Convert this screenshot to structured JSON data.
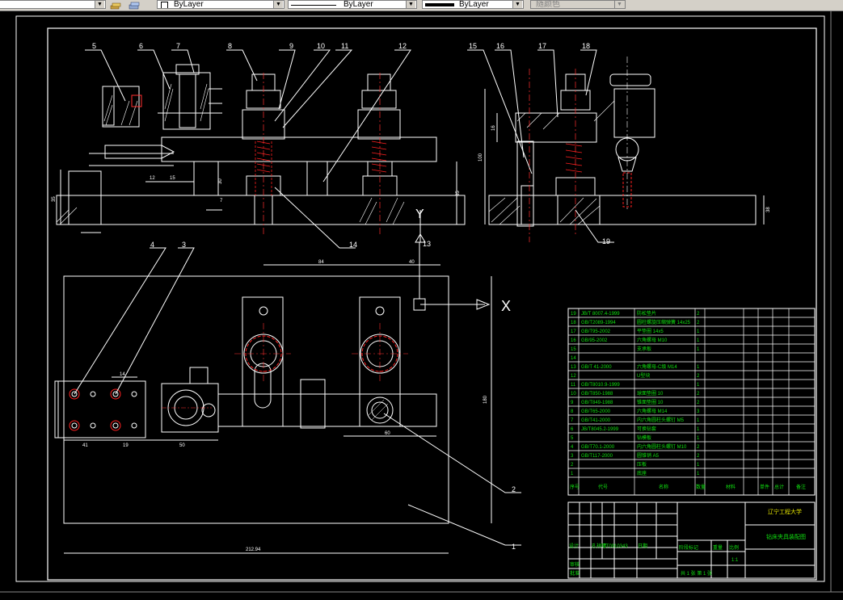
{
  "toolbar": {
    "layer_control": "ByLayer",
    "linetype_control": "ByLayer",
    "lineweight_control": "ByLayer",
    "plotstyle_control": "随颜色"
  },
  "colors": {
    "background": "#000000",
    "outline": "#ffffff",
    "hidden_lines": "#ff2020",
    "centerline": "#ff3030",
    "tb_text": "#10e010",
    "tb_text_yellow": "#e0e000"
  },
  "drawing": {
    "balloons": {
      "b1": "1",
      "b2": "2",
      "b3": "3",
      "b4": "4",
      "b5": "5",
      "b6": "6",
      "b7": "7",
      "b8": "8",
      "b9": "9",
      "b10": "10",
      "b11": "11",
      "b12": "12",
      "b13": "13",
      "b14": "14",
      "b15": "15",
      "b16": "16",
      "b17": "17",
      "b18": "18",
      "b19": "19"
    },
    "dims": {
      "d84": "84",
      "d40": "40",
      "d41": "41",
      "d19": "19",
      "d50": "50",
      "d14": "14",
      "d60": "60",
      "d65": "65",
      "d100": "100",
      "d38": "38",
      "d35": "35",
      "d7": "7",
      "d16": "16",
      "d160": "180",
      "d2122": "212.94",
      "d12": "12",
      "d15": "15",
      "d30": "30"
    },
    "axes": {
      "x_label": "X",
      "y_label": "Y"
    }
  },
  "title_block": {
    "rows": [
      {
        "no": "19",
        "code": "JB/T 8007.4-1999",
        "name": "防松垫片",
        "qty": "2"
      },
      {
        "no": "18",
        "code": "GB/T2089-1994",
        "name": "圆柱螺旋压缩弹簧 14x25",
        "qty": "2"
      },
      {
        "no": "17",
        "code": "GB/T95-2002",
        "name": "平垫圈 14x5",
        "qty": "1"
      },
      {
        "no": "16",
        "code": "GB/95-2002",
        "name": "六角螺母 M10",
        "qty": "1"
      },
      {
        "no": "15",
        "code": "",
        "name": "支承板",
        "qty": "1"
      },
      {
        "no": "14",
        "code": "",
        "name": "",
        "qty": ""
      },
      {
        "no": "13",
        "code": "GB/T 41-2000",
        "name": "六角螺母-C级 M14",
        "qty": "1"
      },
      {
        "no": "12",
        "code": "",
        "name": "U型块",
        "qty": "2"
      },
      {
        "no": "11",
        "code": "GB/T8010.9-1999",
        "name": "",
        "qty": "1"
      },
      {
        "no": "10",
        "code": "GB/T850-1988",
        "name": "球面垫圈 10",
        "qty": "2"
      },
      {
        "no": "9",
        "code": "GB/T849-1988",
        "name": "锥面垫圈 10",
        "qty": "2"
      },
      {
        "no": "8",
        "code": "GB/T65-2000",
        "name": "六角螺母 M14",
        "qty": "3"
      },
      {
        "no": "7",
        "code": "GB/T41-2000",
        "name": "内六角圆柱头螺钉 M5",
        "qty": "1"
      },
      {
        "no": "6",
        "code": "JB/T8045.2-1999",
        "name": "可换钻套",
        "qty": "1"
      },
      {
        "no": "5",
        "code": "",
        "name": "钻模板",
        "qty": "1"
      },
      {
        "no": "4",
        "code": "GB/T70.1-2000",
        "name": "内六角圆柱头螺钉 M10",
        "qty": "2"
      },
      {
        "no": "3",
        "code": "GB/T117-2000",
        "name": "圆锥销 A5",
        "qty": "2"
      },
      {
        "no": "2",
        "code": "",
        "name": "压板",
        "qty": "1"
      },
      {
        "no": "1",
        "code": "",
        "name": "底座",
        "qty": "1"
      }
    ],
    "header": {
      "no": "序号",
      "code": "代号",
      "name": "名称",
      "qty": "数量",
      "material": "材料",
      "weight_single": "单件",
      "weight_total": "总计",
      "note": "备注",
      "weight": "重量"
    },
    "school": "辽宁工程大学",
    "drawing_name": "钻床夹具装配图",
    "sign1": "设计",
    "sign2": "标准化",
    "sign3": "审核",
    "sign4": "工艺",
    "sign5": "批准",
    "stage": "阶段标记",
    "mass": "重量",
    "scale": "比例",
    "scale_val": "1:1",
    "sheet": "共 1 张 第 1 张",
    "sign_name": "孔祥明",
    "sign_id": "ZT0910343",
    "date": "日期"
  }
}
